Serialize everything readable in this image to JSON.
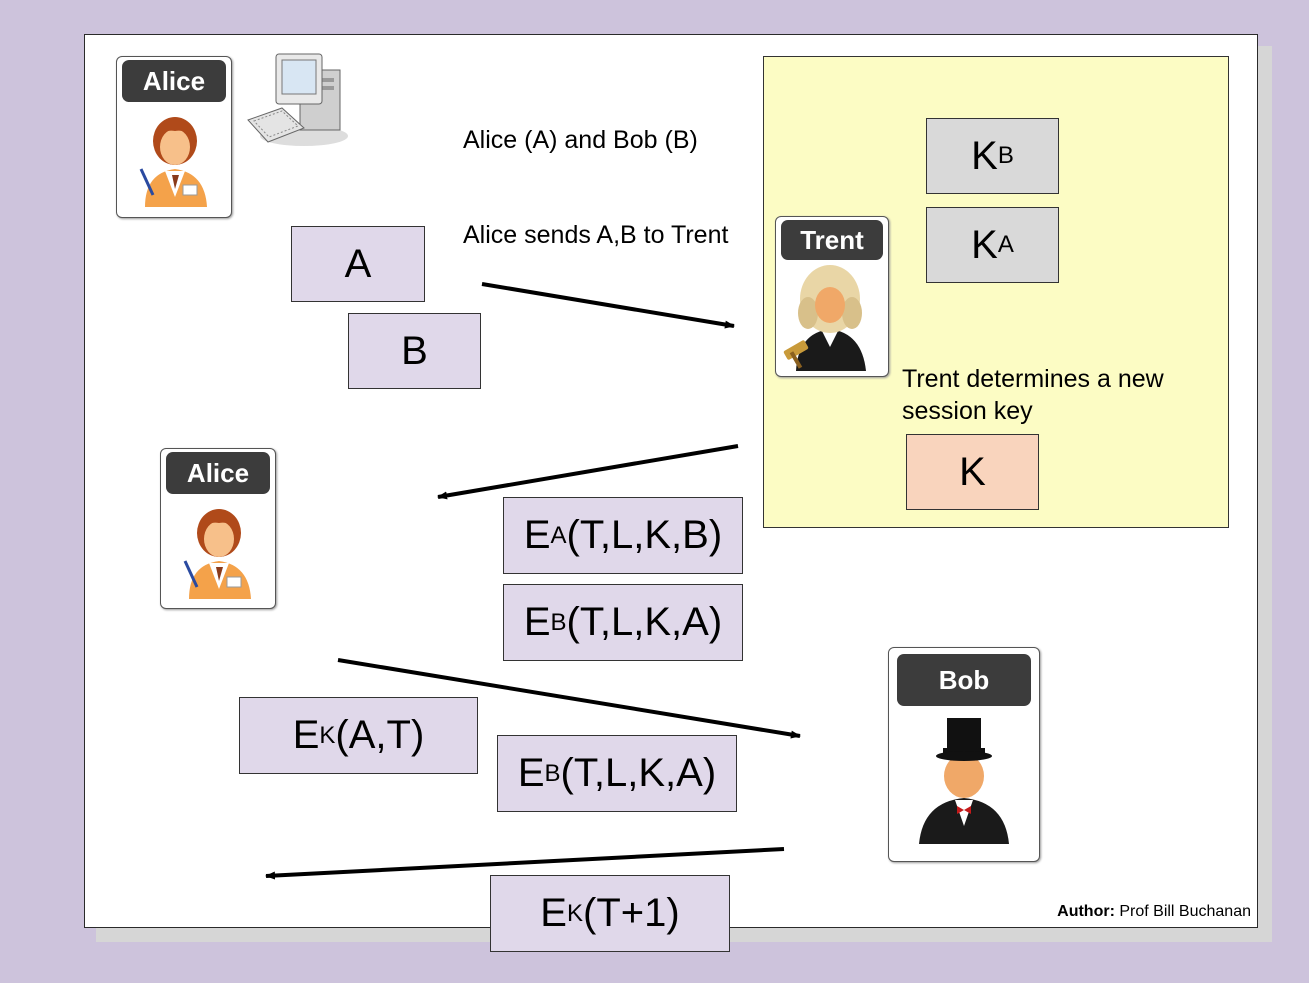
{
  "actors": {
    "alice_top": "Alice",
    "alice_mid": "Alice",
    "trent": "Trent",
    "bob": "Bob"
  },
  "texts": {
    "intro": "Alice (A) and Bob (B)",
    "step1": "Alice sends A,B to Trent",
    "step2": "Trent determines a new session key"
  },
  "boxes": {
    "a": "A",
    "b": "B",
    "kb_main": "K",
    "kb_sub": "B",
    "ka_main": "K",
    "ka_sub": "A",
    "k": "K",
    "ea_main": "E",
    "ea_sub": "A",
    "ea_args": "(T,L,K,B)",
    "eb1_main": "E",
    "eb1_sub": "B",
    "eb1_args": "(T,L,K,A)",
    "ek1_main": "E",
    "ek1_sub": "K",
    "ek1_args": "(A,T)",
    "eb2_main": "E",
    "eb2_sub": "B",
    "eb2_args": "(T,L,K,A)",
    "ek2_main": "E",
    "ek2_sub": "K",
    "ek2_args": "(T+1)"
  },
  "author": {
    "label": "Author:",
    "name": "Prof Bill Buchanan"
  },
  "icons": [
    "computer-icon",
    "alice-avatar-icon",
    "trent-judge-icon",
    "bob-tophat-icon"
  ]
}
